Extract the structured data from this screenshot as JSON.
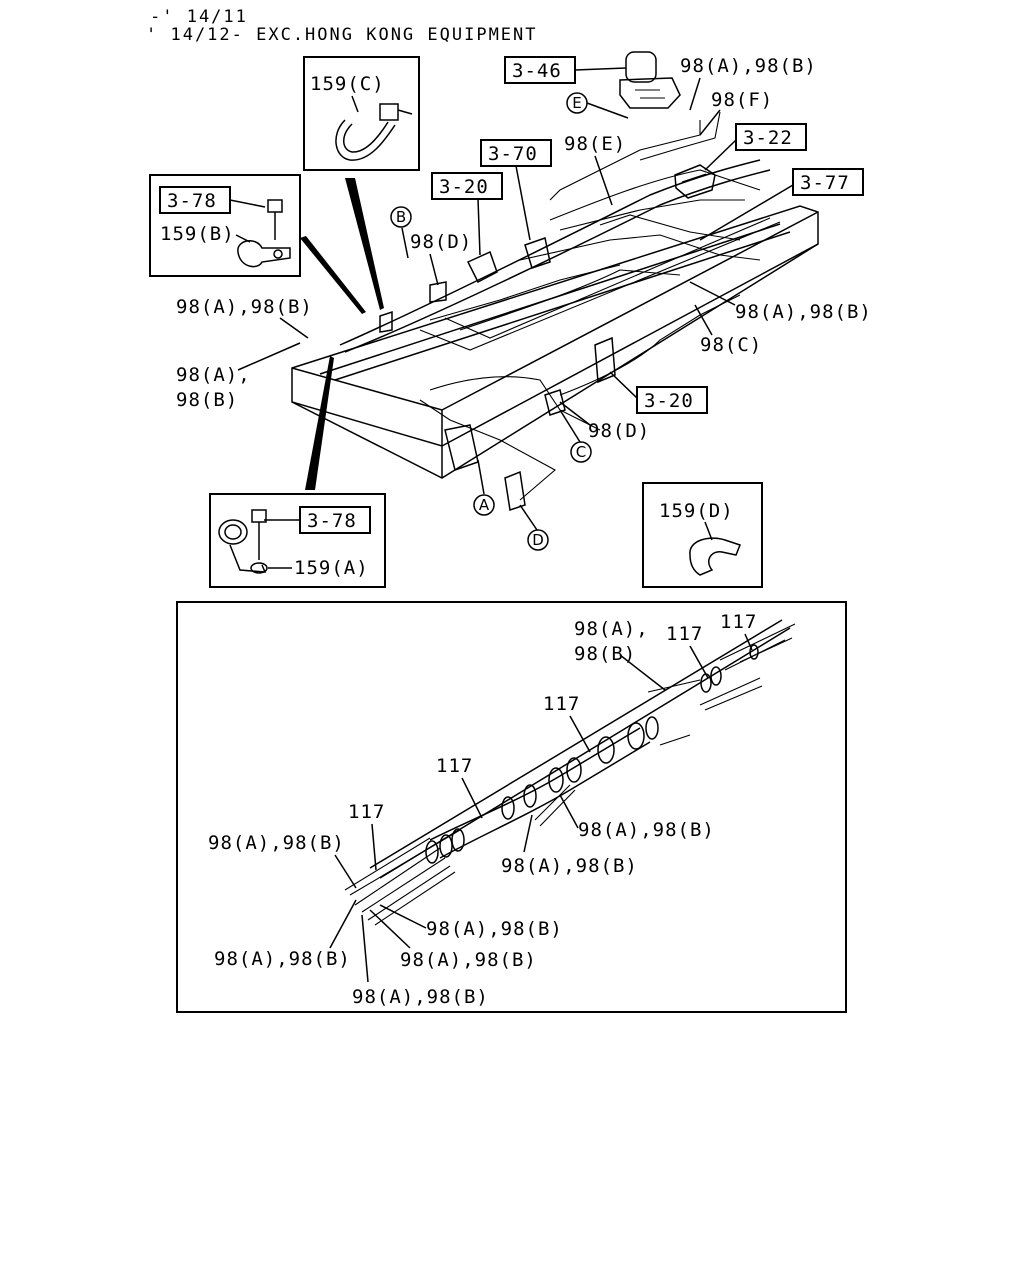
{
  "header": {
    "line1": "-' 14/11",
    "line2": "' 14/12- EXC.HONG KONG EQUIPMENT"
  },
  "refs": {
    "r346": "3-46",
    "r370": "3-70",
    "r320a": "3-20",
    "r322": "3-22",
    "r377": "3-77",
    "r378a": "3-78",
    "r320b": "3-20",
    "r378b": "3-78"
  },
  "labels": {
    "p98ab_top": "98(A),98(B)",
    "p98f": "98(F)",
    "p98e": "98(E)",
    "p98d_top": "98(D)",
    "p98ab_left": "98(A),98(B)",
    "p98a_left2": "98(A),",
    "p98b_left2": "98(B)",
    "p98ab_right": "98(A),98(B)",
    "p98c": "98(C)",
    "p98d_bottom": "98(D)",
    "p159c": "159(C)",
    "p159b": "159(B)",
    "p159a": "159(A)",
    "p159d": "159(D)"
  },
  "callouts": {
    "A": "A",
    "B": "B",
    "C": "C",
    "D": "D",
    "E": "E"
  },
  "detail": {
    "l117_1": "117",
    "l117_2": "117",
    "l117_3": "117",
    "l117_4": "117",
    "l117_5": "117",
    "d98a_tr": "98(A),",
    "d98b_tr": "98(B)",
    "d98ab_1": "98(A),98(B)",
    "d98ab_2": "98(A),98(B)",
    "d98ab_3": "98(A),98(B)",
    "d98ab_4": "98(A),98(B)",
    "d98ab_5": "98(A),98(B)",
    "d98ab_6": "98(A),98(B)",
    "d98ab_7": "98(A),98(B)"
  }
}
